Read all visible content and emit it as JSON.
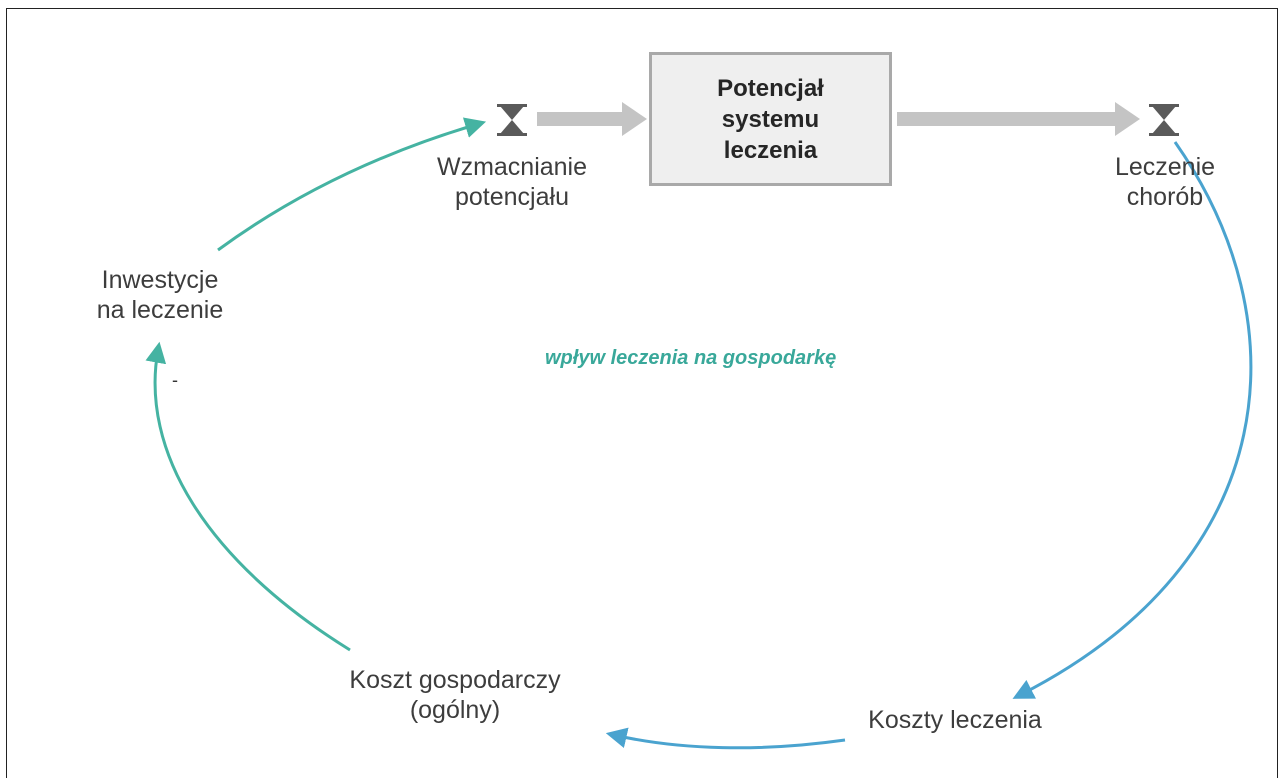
{
  "stock": {
    "label": "Potencjał\nsystemu\nleczenia"
  },
  "flows": {
    "inflow": {
      "label": "Wzmacnianie\npotencjału"
    },
    "outflow": {
      "label": "Leczenie\nchorób"
    }
  },
  "variables": {
    "investment": "Inwestycje\nna leczenie",
    "economic_cost": "Koszt gospodarczy\n(ogólny)",
    "treatment_cost": "Koszty leczenia"
  },
  "loop_label": "wpływ leczenia na gospodarkę",
  "polarity": {
    "cost_to_investment": "-"
  },
  "colors": {
    "teal": "#45b3a2",
    "blue": "#4aa3cf",
    "flow_pipe": "#c4c4c4",
    "valve": "#5a5a5a",
    "stock_fill": "#efefef",
    "stock_border": "#a9a9a9"
  }
}
